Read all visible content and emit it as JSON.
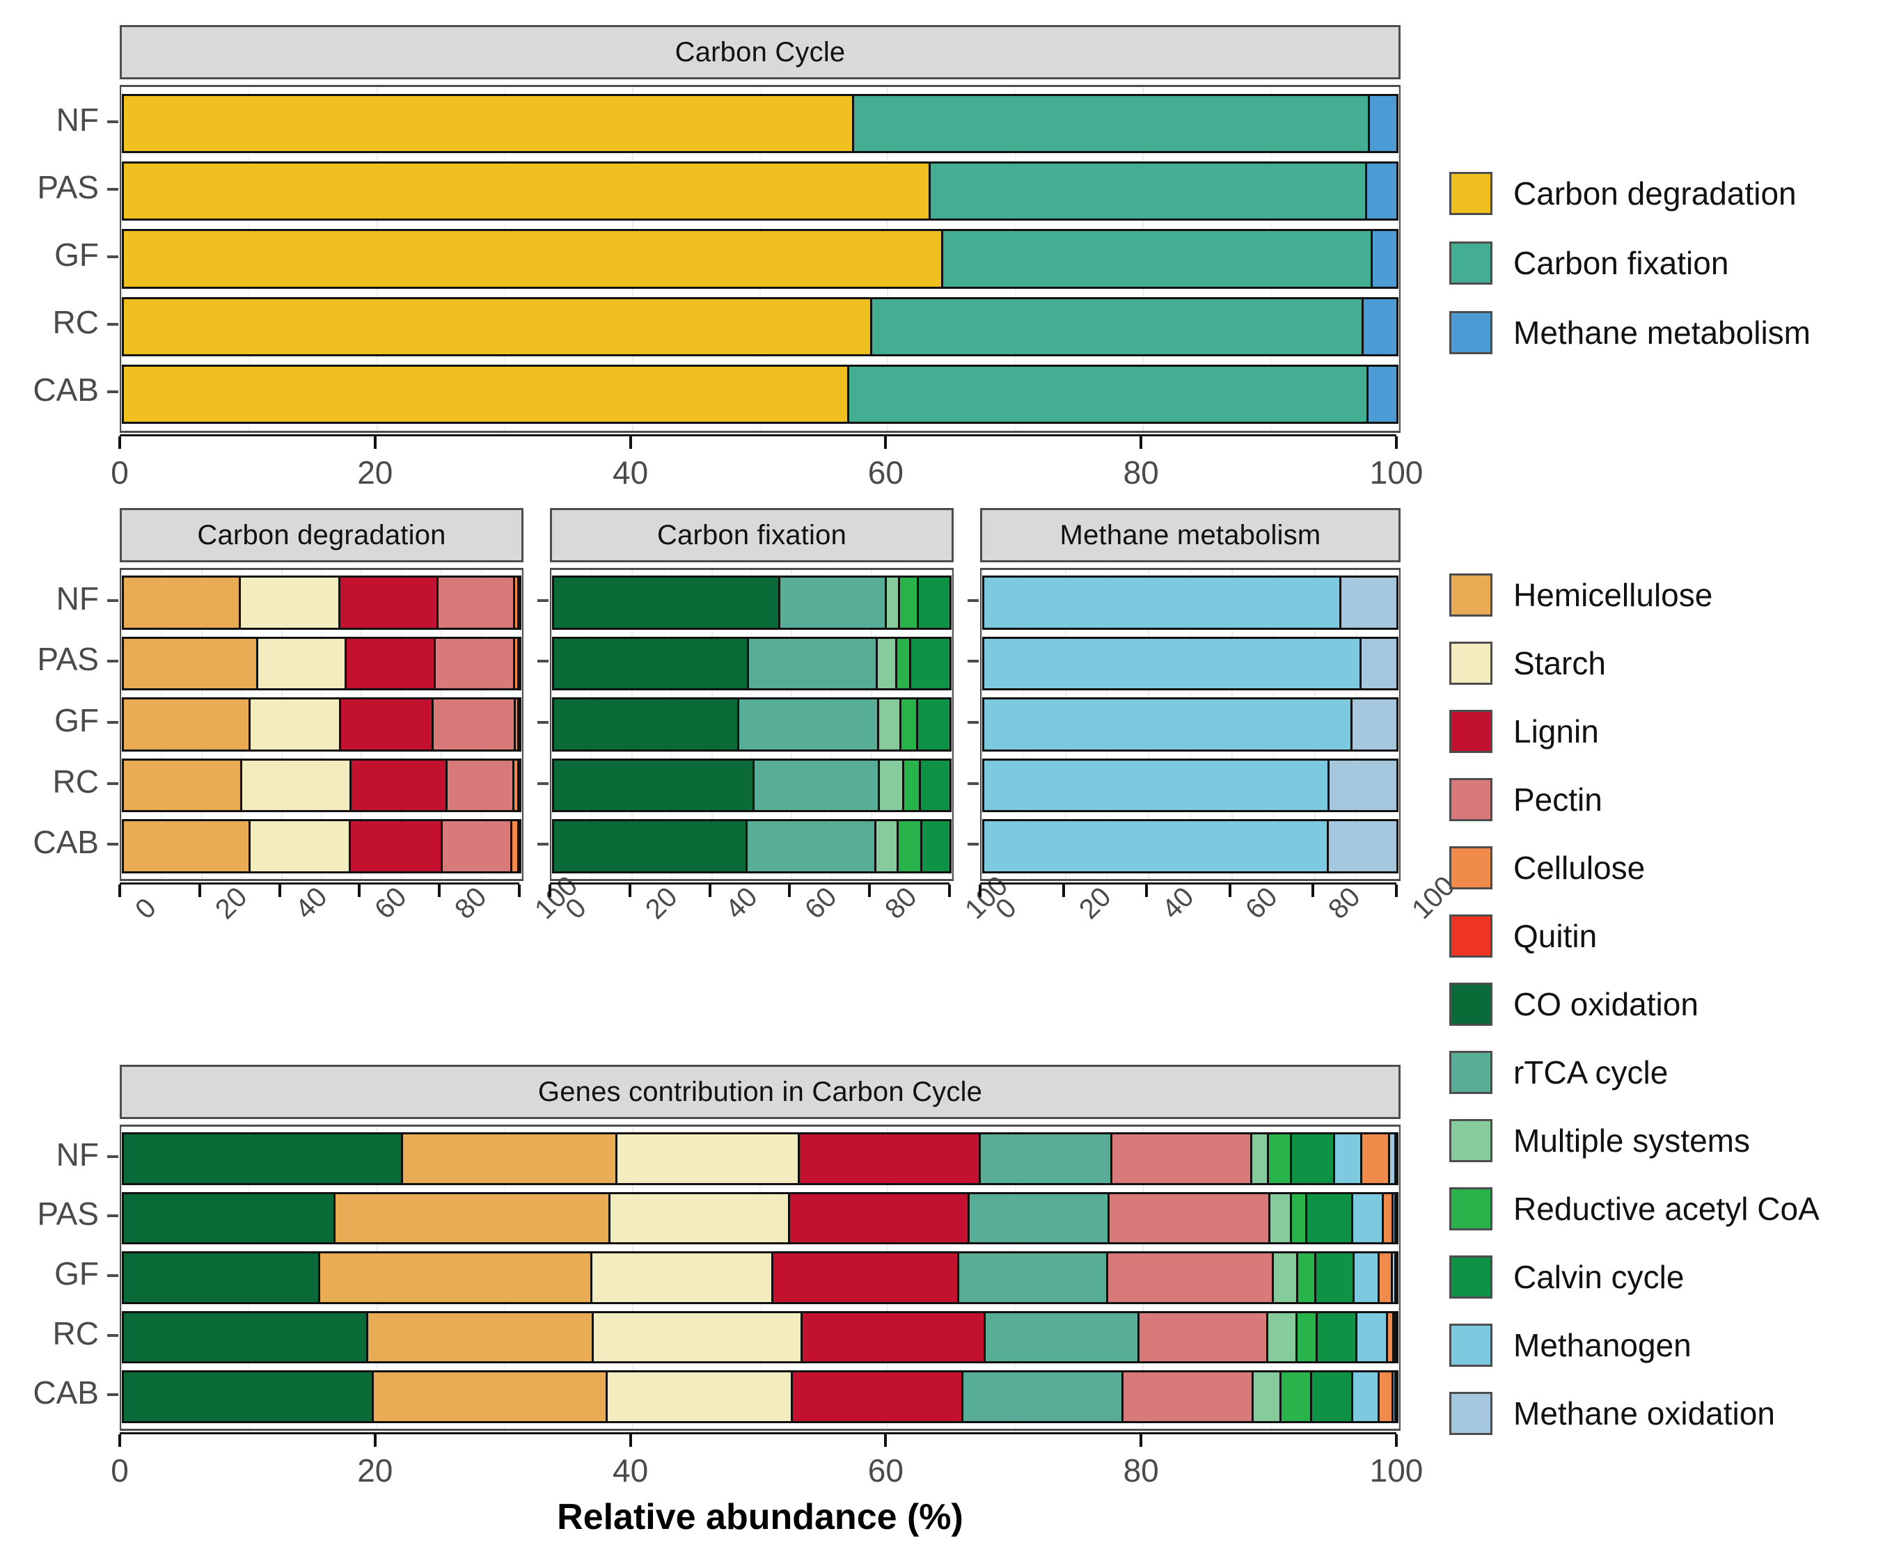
{
  "axis_title": "Relative abundance (%)",
  "samples": [
    "NF",
    "PAS",
    "GF",
    "RC",
    "CAB"
  ],
  "x_ticks": [
    "0",
    "20",
    "40",
    "60",
    "80",
    "100"
  ],
  "panel_titles": {
    "top": "Carbon Cycle",
    "mid_a": "Carbon degradation",
    "mid_b": "Carbon fixation",
    "mid_c": "Methane metabolism",
    "bottom": "Genes contribution in Carbon Cycle"
  },
  "legend_top": [
    {
      "label": "Carbon degradation",
      "color": "#EFC020"
    },
    {
      "label": "Carbon fixation",
      "color": "#43AE91"
    },
    {
      "label": "Methane metabolism",
      "color": "#4C9BD4"
    }
  ],
  "legend_bottom": [
    {
      "label": "Hemicellulose",
      "color": "#E9AC54"
    },
    {
      "label": "Starch",
      "color": "#F2ECBE"
    },
    {
      "label": "Lignin",
      "color": "#C2122F"
    },
    {
      "label": "Pectin",
      "color": "#D97A7A"
    },
    {
      "label": "Cellulose",
      "color": "#F08B4B"
    },
    {
      "label": "Quitin",
      "color": "#EE3424"
    },
    {
      "label": "CO oxidation",
      "color": "#0A6B39"
    },
    {
      "label": "rTCA cycle",
      "color": "#58AD96"
    },
    {
      "label": "Multiple systems",
      "color": "#85CB9C"
    },
    {
      "label": "Reductive acetyl CoA",
      "color": "#28B34B"
    },
    {
      "label": "Calvin cycle",
      "color": "#0E9245"
    },
    {
      "label": "Methanogen",
      "color": "#7DCAE0"
    },
    {
      "label": "Methane oxidation",
      "color": "#A5C8DF"
    }
  ],
  "chart_data": [
    {
      "type": "bar",
      "orientation": "horizontal",
      "stacked": true,
      "normalized": true,
      "title": "Carbon Cycle",
      "xlabel": "Relative abundance (%)",
      "ylabel": "",
      "xlim": [
        0,
        100
      ],
      "grid": true,
      "legend_position": "right",
      "categories": [
        "NF",
        "PAS",
        "GF",
        "RC",
        "CAB"
      ],
      "series": [
        {
          "name": "Carbon degradation",
          "color": "#EFC020",
          "values": [
            57.2,
            63.2,
            64.2,
            58.6,
            56.8
          ]
        },
        {
          "name": "Carbon fixation",
          "color": "#43AE91",
          "values": [
            40.4,
            34.2,
            33.6,
            38.5,
            40.7
          ]
        },
        {
          "name": "Methane metabolism",
          "color": "#4C9BD4",
          "values": [
            2.4,
            2.6,
            2.2,
            2.9,
            2.5
          ]
        }
      ]
    },
    {
      "type": "bar",
      "orientation": "horizontal",
      "stacked": true,
      "normalized": true,
      "title": "Carbon degradation",
      "xlabel": "Relative abundance (%)",
      "xlim": [
        0,
        100
      ],
      "grid": true,
      "categories": [
        "NF",
        "PAS",
        "GF",
        "RC",
        "CAB"
      ],
      "series": [
        {
          "name": "Hemicellulose",
          "color": "#E9AC54",
          "values": [
            29.5,
            33.9,
            32.0,
            29.8,
            32.0
          ]
        },
        {
          "name": "Starch",
          "color": "#F2ECBE",
          "values": [
            25.1,
            22.4,
            22.8,
            27.6,
            25.2
          ]
        },
        {
          "name": "Lignin",
          "color": "#C2122F",
          "values": [
            24.9,
            22.4,
            23.4,
            24.3,
            23.2
          ]
        },
        {
          "name": "Pectin",
          "color": "#D97A7A",
          "values": [
            19.2,
            20.0,
            20.8,
            16.9,
            17.6
          ]
        },
        {
          "name": "Cellulose",
          "color": "#F08B4B",
          "values": [
            1.1,
            1.1,
            0.8,
            1.2,
            1.8
          ]
        },
        {
          "name": "Quitin",
          "color": "#EE3424",
          "values": [
            0.2,
            0.2,
            0.2,
            0.2,
            0.2
          ]
        }
      ]
    },
    {
      "type": "bar",
      "orientation": "horizontal",
      "stacked": true,
      "normalized": true,
      "title": "Carbon fixation",
      "xlabel": "Relative abundance (%)",
      "xlim": [
        0,
        100
      ],
      "grid": true,
      "categories": [
        "NF",
        "PAS",
        "GF",
        "RC",
        "CAB"
      ],
      "series": [
        {
          "name": "CO oxidation",
          "color": "#0A6B39",
          "values": [
            56.7,
            48.8,
            46.4,
            50.1,
            48.4
          ]
        },
        {
          "name": "rTCA cycle",
          "color": "#58AD96",
          "values": [
            26.6,
            32.2,
            35.0,
            31.5,
            32.3
          ]
        },
        {
          "name": "Multiple systems",
          "color": "#85CB9C",
          "values": [
            3.3,
            4.9,
            5.6,
            6.1,
            5.5
          ]
        },
        {
          "name": "Reductive acetyl CoA",
          "color": "#28B34B",
          "values": [
            4.7,
            3.5,
            4.1,
            4.2,
            5.9
          ]
        },
        {
          "name": "Calvin cycle",
          "color": "#0E9245",
          "values": [
            8.7,
            10.6,
            8.9,
            8.1,
            7.9
          ]
        }
      ]
    },
    {
      "type": "bar",
      "orientation": "horizontal",
      "stacked": true,
      "normalized": true,
      "title": "Methane metabolism",
      "xlabel": "Relative abundance (%)",
      "xlim": [
        0,
        100
      ],
      "grid": true,
      "categories": [
        "NF",
        "PAS",
        "GF",
        "RC",
        "CAB"
      ],
      "series": [
        {
          "name": "Methanogen",
          "color": "#7DCAE0",
          "values": [
            85.8,
            90.7,
            88.5,
            83.0,
            82.7
          ]
        },
        {
          "name": "Methane oxidation",
          "color": "#A5C8DF",
          "values": [
            14.2,
            9.3,
            11.5,
            17.0,
            17.3
          ]
        }
      ]
    },
    {
      "type": "bar",
      "orientation": "horizontal",
      "stacked": true,
      "normalized": true,
      "title": "Genes contribution in Carbon Cycle",
      "xlabel": "Relative abundance (%)",
      "xlim": [
        0,
        100
      ],
      "grid": true,
      "categories": [
        "NF",
        "PAS",
        "GF",
        "RC",
        "CAB"
      ],
      "series": [
        {
          "name": "CO oxidation",
          "color": "#0A6B39",
          "values": [
            21.9,
            16.6,
            15.4,
            19.2,
            19.6
          ]
        },
        {
          "name": "Hemicellulose",
          "color": "#E9AC54",
          "values": [
            16.8,
            21.6,
            21.4,
            17.7,
            18.4
          ]
        },
        {
          "name": "Starch",
          "color": "#F2ECBE",
          "values": [
            14.3,
            14.1,
            14.2,
            16.4,
            14.5
          ]
        },
        {
          "name": "Lignin",
          "color": "#C2122F",
          "values": [
            14.2,
            14.1,
            14.6,
            14.4,
            13.4
          ]
        },
        {
          "name": "rTCA cycle",
          "color": "#58AD96",
          "values": [
            10.3,
            11.0,
            11.7,
            12.1,
            12.6
          ]
        },
        {
          "name": "Pectin",
          "color": "#D97A7A",
          "values": [
            11.0,
            12.6,
            13.0,
            10.1,
            10.2
          ]
        },
        {
          "name": "Multiple systems",
          "color": "#85CB9C",
          "values": [
            1.3,
            1.7,
            1.9,
            2.3,
            2.2
          ]
        },
        {
          "name": "Reductive acetyl CoA",
          "color": "#28B34B",
          "values": [
            1.8,
            1.2,
            1.4,
            1.6,
            2.4
          ]
        },
        {
          "name": "Calvin cycle",
          "color": "#0E9245",
          "values": [
            3.4,
            3.6,
            3.0,
            3.1,
            3.2
          ]
        },
        {
          "name": "Methanogen",
          "color": "#7DCAE0",
          "values": [
            2.1,
            2.4,
            2.0,
            2.4,
            2.1
          ]
        },
        {
          "name": "Cellulose",
          "color": "#F08B4B",
          "values": [
            2.2,
            0.8,
            1.0,
            0.5,
            1.1
          ]
        },
        {
          "name": "Methane oxidation",
          "color": "#A5C8DF",
          "values": [
            0.5,
            0.2,
            0.3,
            0.1,
            0.2
          ]
        },
        {
          "name": "Quitin",
          "color": "#EE3424",
          "values": [
            0.2,
            0.1,
            0.1,
            0.1,
            0.1
          ]
        }
      ]
    }
  ]
}
